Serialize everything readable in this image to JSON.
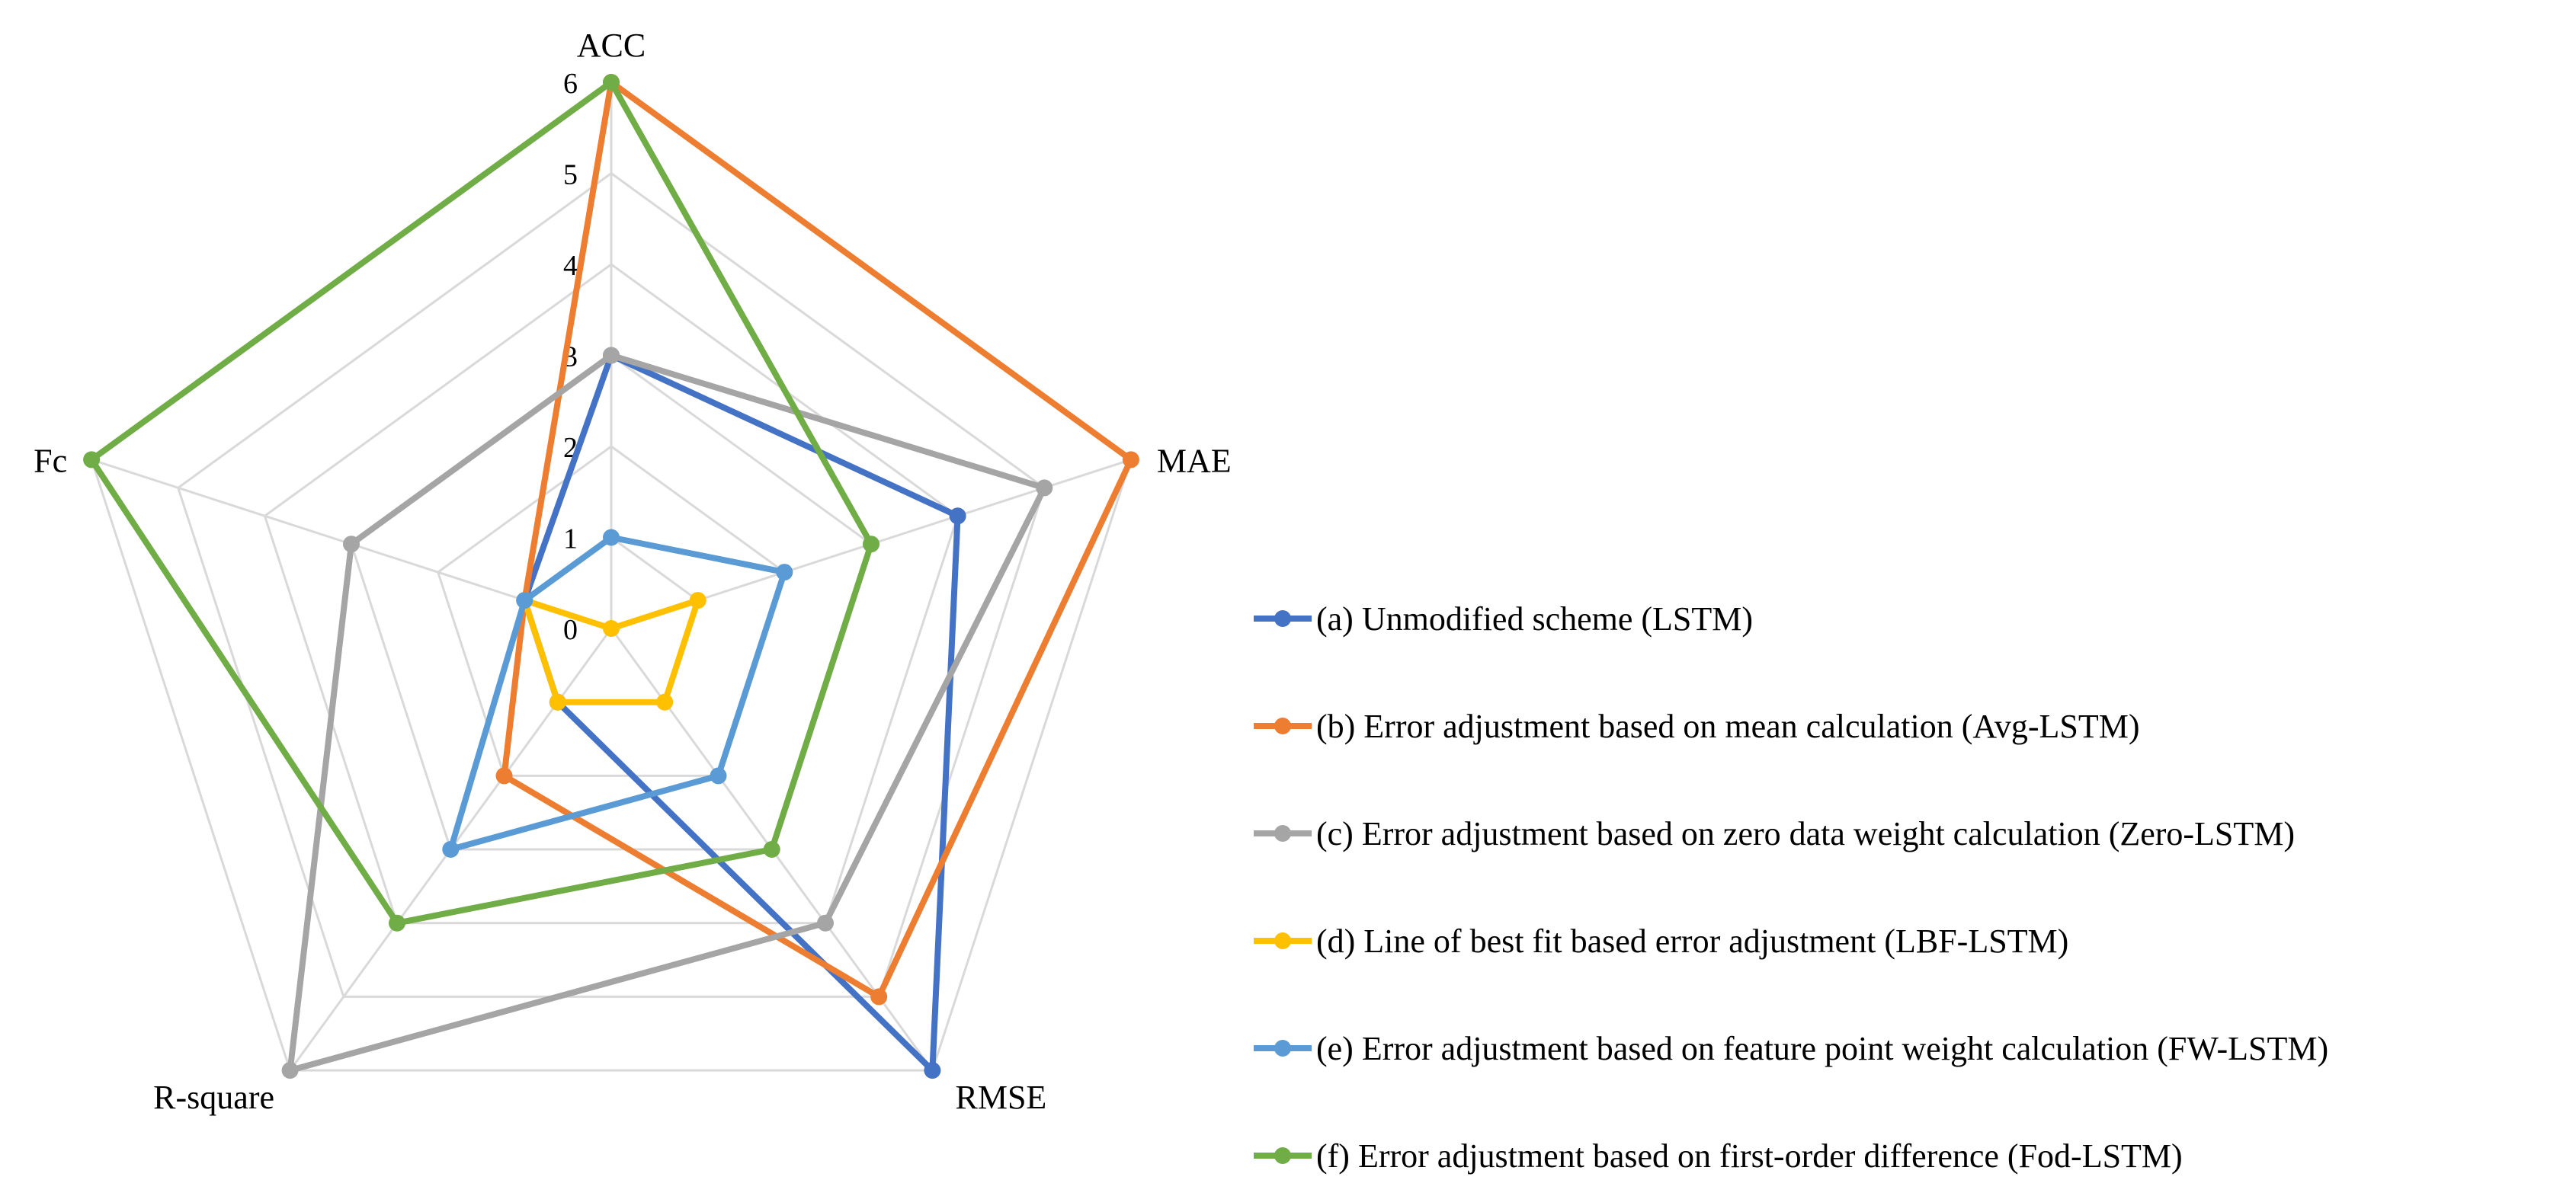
{
  "chart_data": {
    "type": "radar",
    "axes": [
      "ACC",
      "MAE",
      "RMSE",
      "R-square",
      "Fc"
    ],
    "ticks": [
      "0",
      "1",
      "2",
      "3",
      "4",
      "5",
      "6"
    ],
    "range": [
      0,
      6
    ],
    "grid": true,
    "legend_position": "right",
    "series": [
      {
        "name": "(a) Unmodified scheme (LSTM)",
        "color": "#4472c4",
        "values": [
          3,
          4,
          6,
          1,
          1
        ]
      },
      {
        "name": "(b) Error adjustment based on mean calculation (Avg-LSTM)",
        "color": "#ed7d31",
        "values": [
          6,
          6,
          5,
          2,
          1
        ]
      },
      {
        "name": "(c) Error adjustment based on zero data weight calculation (Zero-LSTM)",
        "color": "#a5a5a5",
        "values": [
          3,
          5,
          4,
          6,
          3
        ]
      },
      {
        "name": "(d) Line of best fit based error adjustment (LBF-LSTM)",
        "color": "#ffc000",
        "values": [
          0,
          1,
          1,
          1,
          1
        ]
      },
      {
        "name": "(e) Error adjustment based on feature point weight calculation (FW-LSTM)",
        "color": "#5b9bd5",
        "values": [
          1,
          2,
          2,
          3,
          1
        ]
      },
      {
        "name": "(f) Error adjustment based on first-order difference (Fod-LSTM)",
        "color": "#70ad47",
        "values": [
          6,
          3,
          3,
          4,
          6
        ]
      }
    ]
  }
}
